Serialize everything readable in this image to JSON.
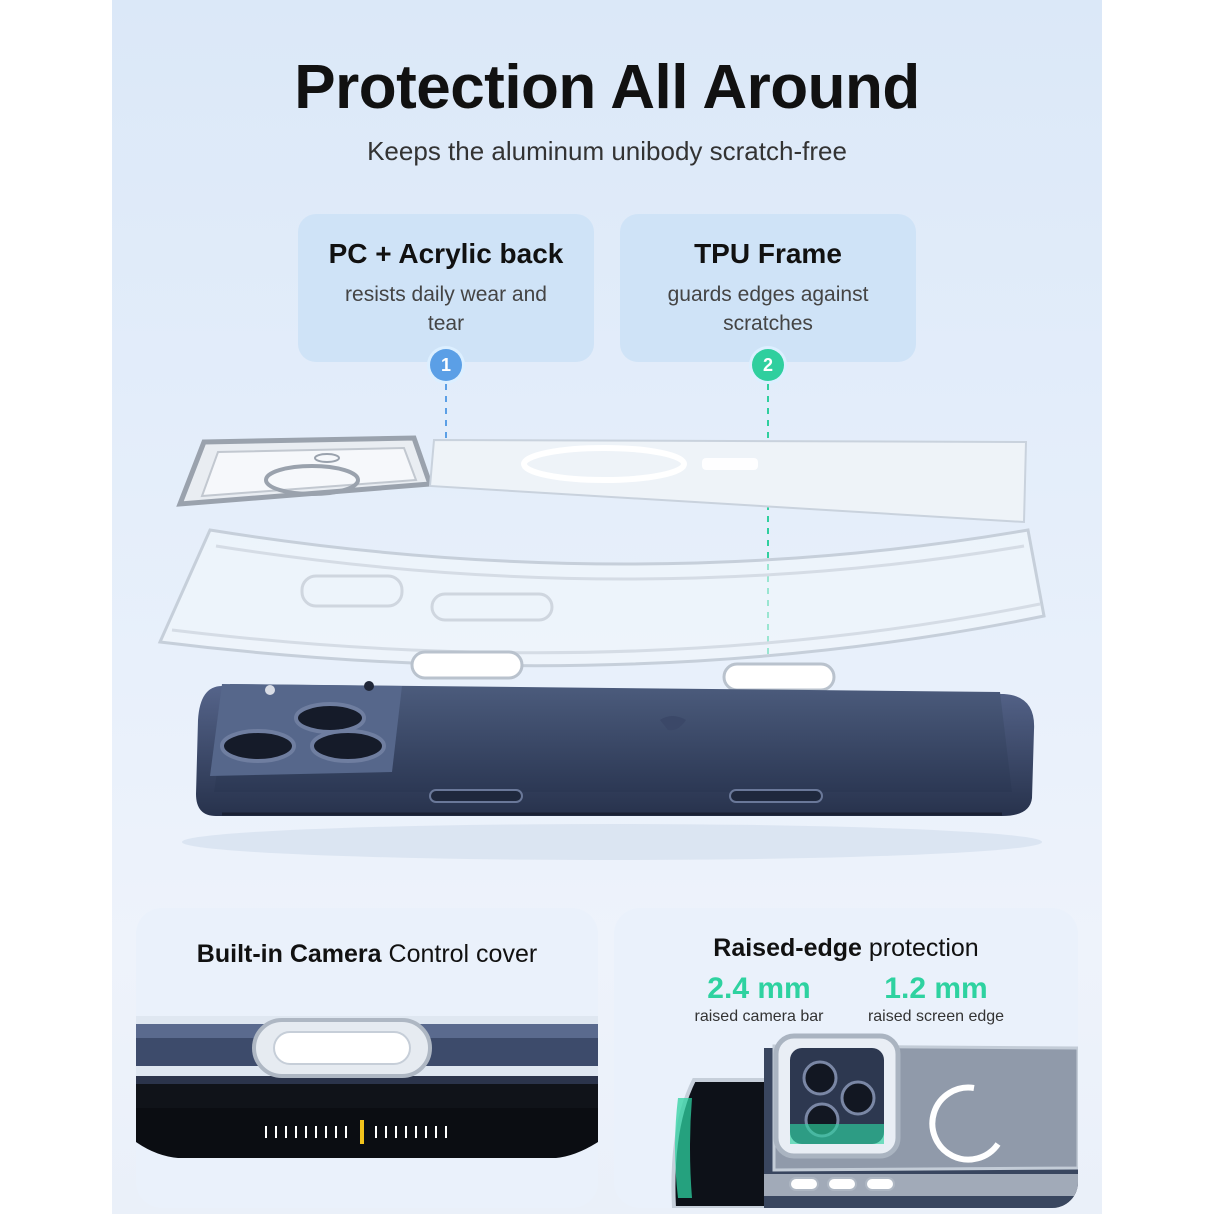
{
  "header": {
    "title": "Protection All Around",
    "subtitle": "Keeps the aluminum unibody scratch-free"
  },
  "features": [
    {
      "badge": "1",
      "title": "PC + Acrylic back",
      "description": "resists daily wear and tear"
    },
    {
      "badge": "2",
      "title": "TPU Frame",
      "description": "guards edges against scratches"
    }
  ],
  "camera_card": {
    "title_bold": "Built-in Camera",
    "title_rest": "Control cover"
  },
  "edge_card": {
    "title_bold": "Raised-edge",
    "title_rest": "protection",
    "specs": [
      {
        "value": "2.4 mm",
        "label": "raised camera bar"
      },
      {
        "value": "1.2 mm",
        "label": "raised screen edge"
      }
    ]
  },
  "colors": {
    "badge_1": "#5b9fe6",
    "badge_2": "#2fcf9e",
    "accent_green": "#2ed2a0",
    "phone_body": "#3c4a68"
  }
}
